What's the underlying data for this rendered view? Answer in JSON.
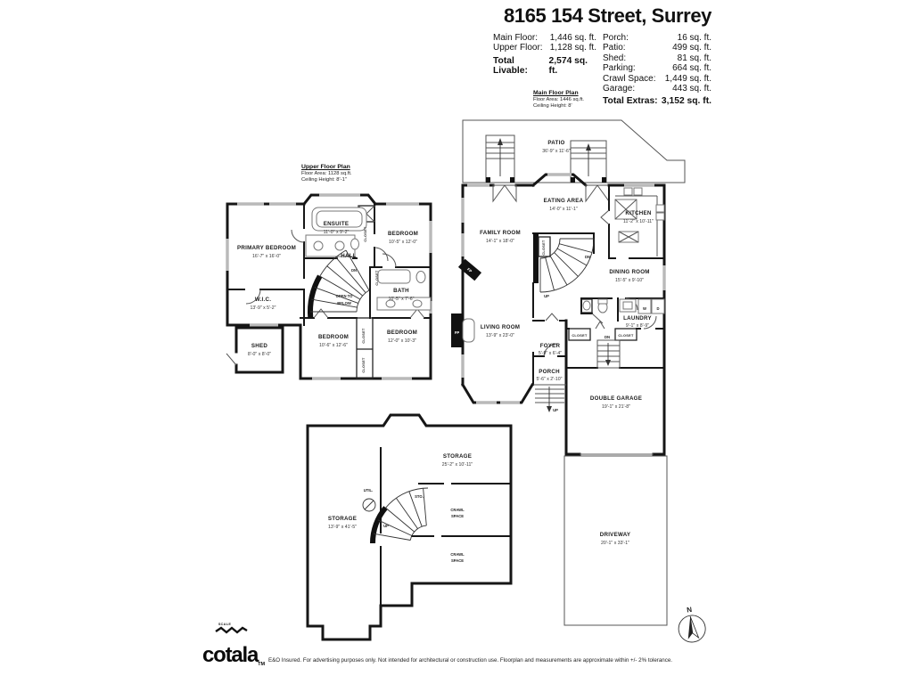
{
  "header": {
    "title": "8165 154 Street, Surrey",
    "left_rows": [
      {
        "label": "Main Floor:",
        "value": "1,446 sq. ft."
      },
      {
        "label": "Upper Floor:",
        "value": "1,128 sq. ft."
      }
    ],
    "left_total": {
      "label": "Total Livable:",
      "value": "2,574 sq. ft."
    },
    "right_rows": [
      {
        "label": "Porch:",
        "value": "16 sq. ft."
      },
      {
        "label": "Patio:",
        "value": "499 sq. ft."
      },
      {
        "label": "Shed:",
        "value": "81 sq. ft."
      },
      {
        "label": "Parking:",
        "value": "664 sq. ft."
      },
      {
        "label": "Crawl Space:",
        "value": "1,449 sq. ft."
      },
      {
        "label": "Garage:",
        "value": "443 sq. ft."
      }
    ],
    "right_total": {
      "label": "Total Extras:",
      "value": "3,152 sq. ft."
    }
  },
  "plan_headers": {
    "upper": {
      "title": "Upper Floor Plan",
      "area": "Floor Area: 1128 sq.ft.",
      "ceiling": "Ceiling Height: 8'-1\""
    },
    "main": {
      "title": "Main Floor Plan",
      "area": "Floor Area: 1446 sq.ft.",
      "ceiling": "Ceiling Height: 8'"
    }
  },
  "upper_floor": {
    "primary_bedroom": {
      "name": "PRIMARY BEDROOM",
      "dims": "16'-7\" x 16'-0\""
    },
    "ensuite": {
      "name": "ENSUITE",
      "dims": "11'-0\" x 9'-2\""
    },
    "bedroom_top": {
      "name": "BEDROOM",
      "dims": "10'-5\" x 12'-0\""
    },
    "hall": {
      "name": "HALL"
    },
    "wic": {
      "name": "W.I.C.",
      "dims": "13'-9\" x 5'-2\""
    },
    "bath": {
      "name": "BATH",
      "dims": "10'-5\" x 7'-6\""
    },
    "open_to_below": {
      "line1": "OPEN TO",
      "line2": "BELOW"
    },
    "bedroom_left": {
      "name": "BEDROOM",
      "dims": "10'-6\" x 12'-6\""
    },
    "bedroom_right": {
      "name": "BEDROOM",
      "dims": "12'-0\" x 10'-3\""
    },
    "shed": {
      "name": "SHED",
      "dims": "8'-0\" x 8'-0\""
    }
  },
  "main_floor": {
    "patio": {
      "name": "PATIO",
      "dims": "36'-9\" x 11'-6\""
    },
    "eating_area": {
      "name": "EATING AREA",
      "dims": "14'-0\" x 11'-1\""
    },
    "kitchen": {
      "name": "KITCHEN",
      "dims": "11'-2\" x 10'-11\""
    },
    "family_room": {
      "name": "FAMILY ROOM",
      "dims": "14'-1\" x 18'-0\""
    },
    "dining_room": {
      "name": "DINING ROOM",
      "dims": "15'-5\" x 9'-10\""
    },
    "living_room": {
      "name": "LIVING ROOM",
      "dims": "13'-9\" x 23'-0\""
    },
    "foyer": {
      "name": "FOYER",
      "dims": "5'-9\" x 6'-4\""
    },
    "porch": {
      "name": "PORCH",
      "dims": "5'-6\" x 2'-10\""
    },
    "laundry": {
      "name": "LAUNDRY",
      "dims": "9'-1\" x 8'-9\""
    },
    "garage": {
      "name": "DOUBLE GARAGE",
      "dims": "19'-1\" x 21'-8\""
    },
    "driveway": {
      "name": "DRIVEWAY",
      "dims": "20'-1\" x 33'-1\""
    }
  },
  "basement": {
    "storage_upper": {
      "name": "STORAGE",
      "dims": "25'-2\" x 10'-11\""
    },
    "storage_left": {
      "name": "STORAGE",
      "dims": "13'-9\" x 41'-5\""
    },
    "crawl": {
      "line1": "CRAWL",
      "line2": "SPACE"
    },
    "util": "UTIL.",
    "sto": "STO."
  },
  "labels": {
    "closet": "CLOSET",
    "fp": "FP",
    "dn": "DN",
    "up": "UP",
    "washer": "W",
    "dryer": "D",
    "north": "N",
    "scale": "SCALE"
  },
  "footer": {
    "logo": "cotala",
    "trademark": "TM",
    "disclaimer": "E&O Insured. For advertising purposes only. Not intended for architectural or construction use. Floorplan and measurements are approximate within +/- 2% tolerance."
  }
}
